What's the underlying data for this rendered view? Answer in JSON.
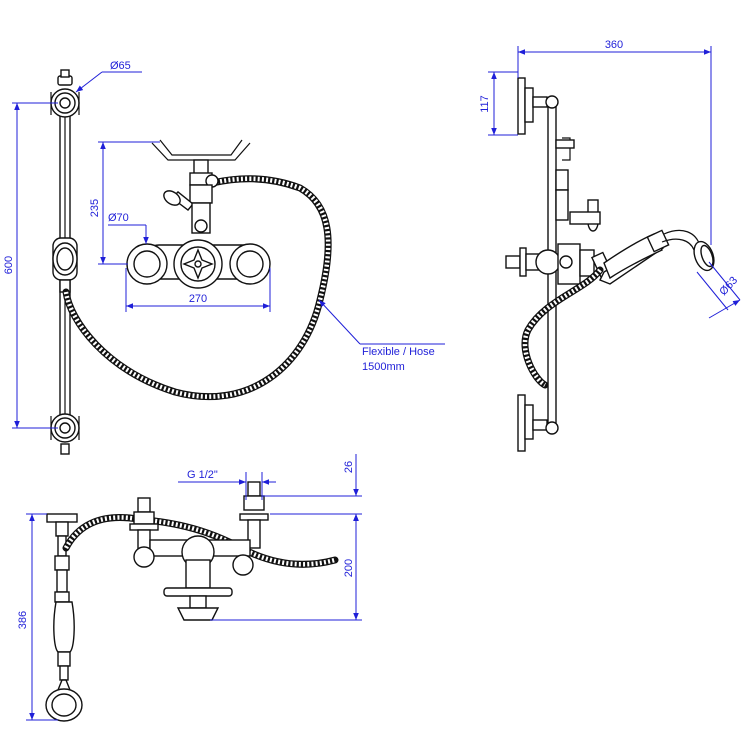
{
  "dimensions": {
    "d65": "Ø65",
    "d600": "600",
    "d235": "235",
    "d70": "Ø70",
    "d270": "270",
    "hose_line1": "Flexible / Hose",
    "hose_line2": "1500mm",
    "d360": "360",
    "d117": "117",
    "d63": "Ø63",
    "g12": "G 1/2\"",
    "d26": "26",
    "d200": "200",
    "d386": "386"
  },
  "colors": {
    "dimension": "#1f1fd8",
    "line": "#111111"
  }
}
